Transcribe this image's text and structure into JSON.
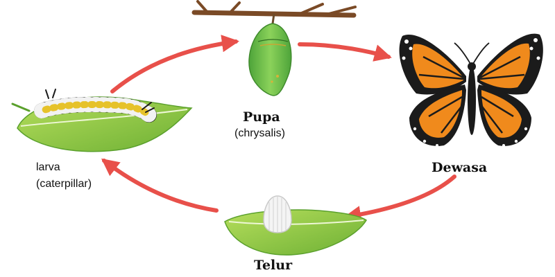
{
  "diagram": {
    "stages": {
      "pupa": {
        "name": "Pupa",
        "sub": "(chrysalis)"
      },
      "adult": {
        "name": "Dewasa"
      },
      "egg": {
        "name": "Telur"
      },
      "larva": {
        "name": "larva",
        "sub": "(caterpillar)"
      }
    },
    "colors": {
      "arrow": "#e8504a",
      "leaf_light": "#9fd04a",
      "leaf_dark": "#5aa02c",
      "branch": "#7a4a26",
      "wing_orange": "#f08a1c",
      "wing_black": "#1b1b1b",
      "chrysalis": "#6cc04a",
      "egg": "#f4f4f4"
    },
    "icons": [
      "branch-icon",
      "chrysalis-icon",
      "butterfly-icon",
      "leaf-icon",
      "caterpillar-icon",
      "egg-icon",
      "arrow-icon"
    ]
  }
}
